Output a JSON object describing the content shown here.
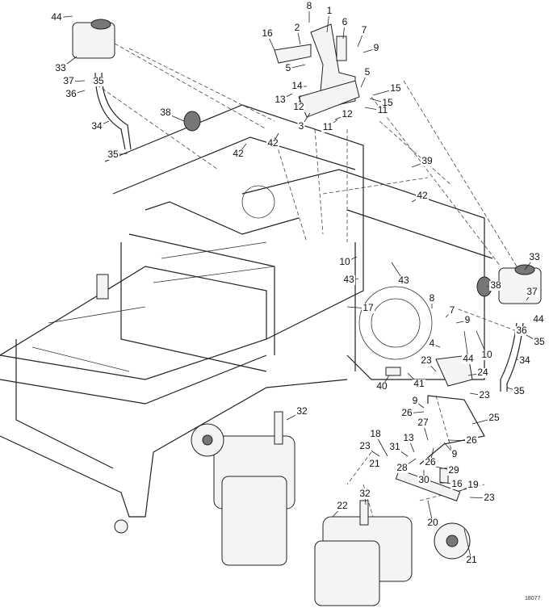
{
  "figure_id": "18077",
  "callouts": [
    "44",
    "33",
    "37",
    "35",
    "36",
    "34",
    "38",
    "35",
    "42",
    "42",
    "8",
    "1",
    "2",
    "16",
    "6",
    "7",
    "9",
    "5",
    "5",
    "14",
    "13",
    "12",
    "15",
    "15",
    "3",
    "12",
    "11",
    "11",
    "39",
    "42",
    "10",
    "43",
    "43",
    "17",
    "38",
    "33",
    "8",
    "7",
    "9",
    "44",
    "10",
    "4",
    "37",
    "36",
    "44",
    "35",
    "34",
    "35",
    "23",
    "24",
    "23",
    "40",
    "41",
    "9",
    "26",
    "25",
    "27",
    "13",
    "31",
    "26",
    "9",
    "26",
    "18",
    "23",
    "28",
    "29",
    "30",
    "16",
    "19",
    "23",
    "20",
    "21",
    "21",
    "32",
    "32",
    "22"
  ]
}
